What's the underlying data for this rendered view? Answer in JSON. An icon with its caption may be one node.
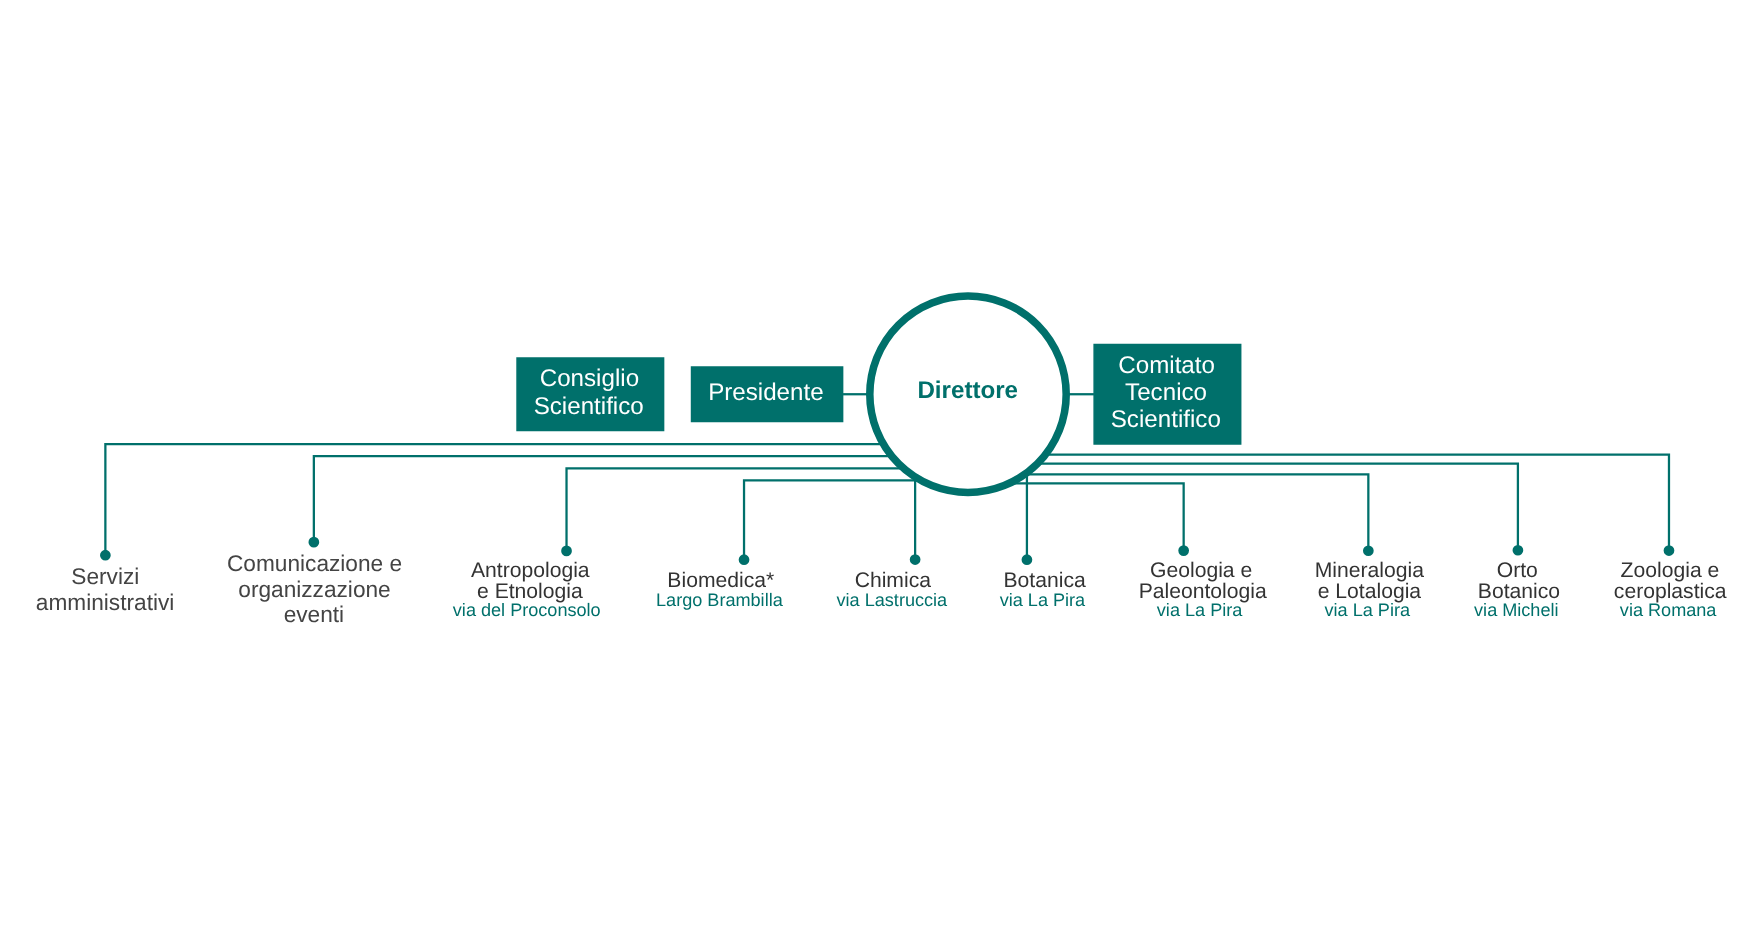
{
  "diagram": {
    "nodes": [
      {
        "text": [
          "Consiglio Scientifico"
        ]
      },
      {
        "text": [
          "Presidente"
        ]
      },
      {
        "text": [
          "Direttore"
        ]
      },
      {
        "text": [
          "Comitato Tecnico Scientifico"
        ]
      },
      {
        "text": [
          "Servizi amministrativi"
        ]
      },
      {
        "text": [
          "Comunicazione e organizzazione eventi"
        ]
      },
      {
        "text": [
          "Antropologia e Etnologia",
          "via del Proconsolo"
        ]
      },
      {
        "text": [
          "Biomedica*",
          "Largo Brambilla"
        ]
      },
      {
        "text": [
          "Chimica",
          "via Lastruccia"
        ]
      },
      {
        "text": [
          "Botanica",
          "via La Pira"
        ]
      },
      {
        "text": [
          "Geologia e Paleontologia",
          "via La Pira"
        ]
      },
      {
        "text": [
          "Mineralogia e Lotalogia",
          "via La Pira"
        ]
      },
      {
        "text": [
          "Orto Botanico",
          "via Micheli"
        ]
      },
      {
        "text": [
          "Zoologia e ceroplastica",
          "via Romana"
        ]
      }
    ],
    "edges": [
      {
        "from": 1,
        "to": 2,
        "arrow": "none"
      },
      {
        "from": 2,
        "to": 3,
        "arrow": "none"
      },
      {
        "from": 2,
        "to": 4,
        "arrow": "other"
      },
      {
        "from": 2,
        "to": 5,
        "arrow": "other"
      },
      {
        "from": 2,
        "to": 6,
        "arrow": "other"
      },
      {
        "from": 2,
        "to": 7,
        "arrow": "other"
      },
      {
        "from": 2,
        "to": 8,
        "arrow": "other"
      },
      {
        "from": 2,
        "to": 9,
        "arrow": "other"
      },
      {
        "from": 2,
        "to": 10,
        "arrow": "other"
      },
      {
        "from": 2,
        "to": 11,
        "arrow": "other"
      },
      {
        "from": 2,
        "to": 12,
        "arrow": "other"
      },
      {
        "from": 2,
        "to": 13,
        "arrow": "other"
      }
    ]
  }
}
